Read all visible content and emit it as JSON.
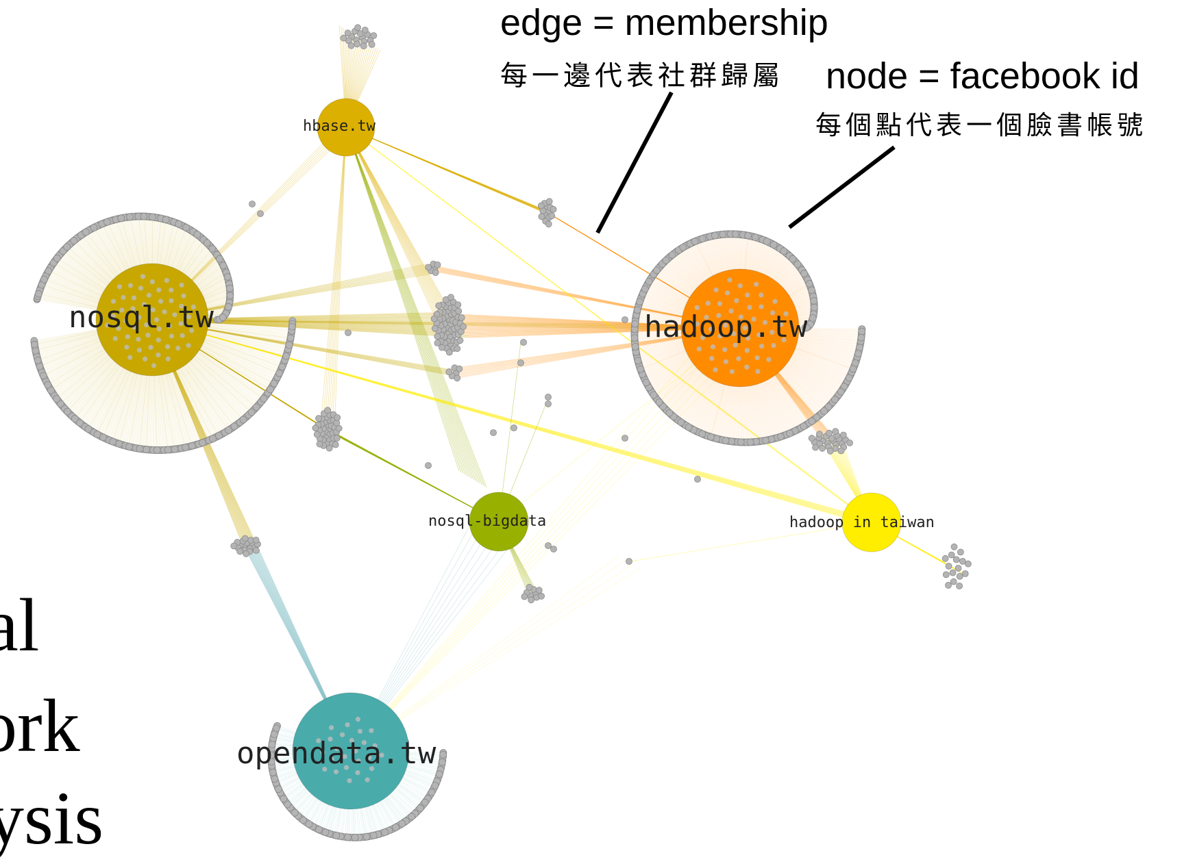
{
  "annotations": {
    "edge_title": "edge = membership",
    "edge_subtitle": "每一邊代表社群歸屬",
    "node_title": "node = facebook id",
    "node_subtitle": "每個點代表一個臉書帳號"
  },
  "side_text": {
    "line1": "al",
    "line2": "ork",
    "line3": "ysis"
  },
  "hubs": [
    {
      "id": "nosql",
      "label": "nosql.tw",
      "color": "#c8a800"
    },
    {
      "id": "hbase",
      "label": "hbase.tw",
      "color": "#dcb000"
    },
    {
      "id": "hadoop",
      "label": "hadoop.tw",
      "color": "#ff8c00"
    },
    {
      "id": "bigdata",
      "label": "nosql-bigdata",
      "color": "#98b000"
    },
    {
      "id": "taiwan",
      "label": "hadoop in taiwan",
      "color": "#ffee00"
    },
    {
      "id": "opendata",
      "label": "opendata.tw",
      "color": "#4aabab"
    }
  ],
  "colors": {
    "member_node": "#b4b4b4",
    "member_stroke": "#8a8a8a",
    "edge_opendata": "#7fbcc4",
    "annotation_line": "#000000"
  }
}
